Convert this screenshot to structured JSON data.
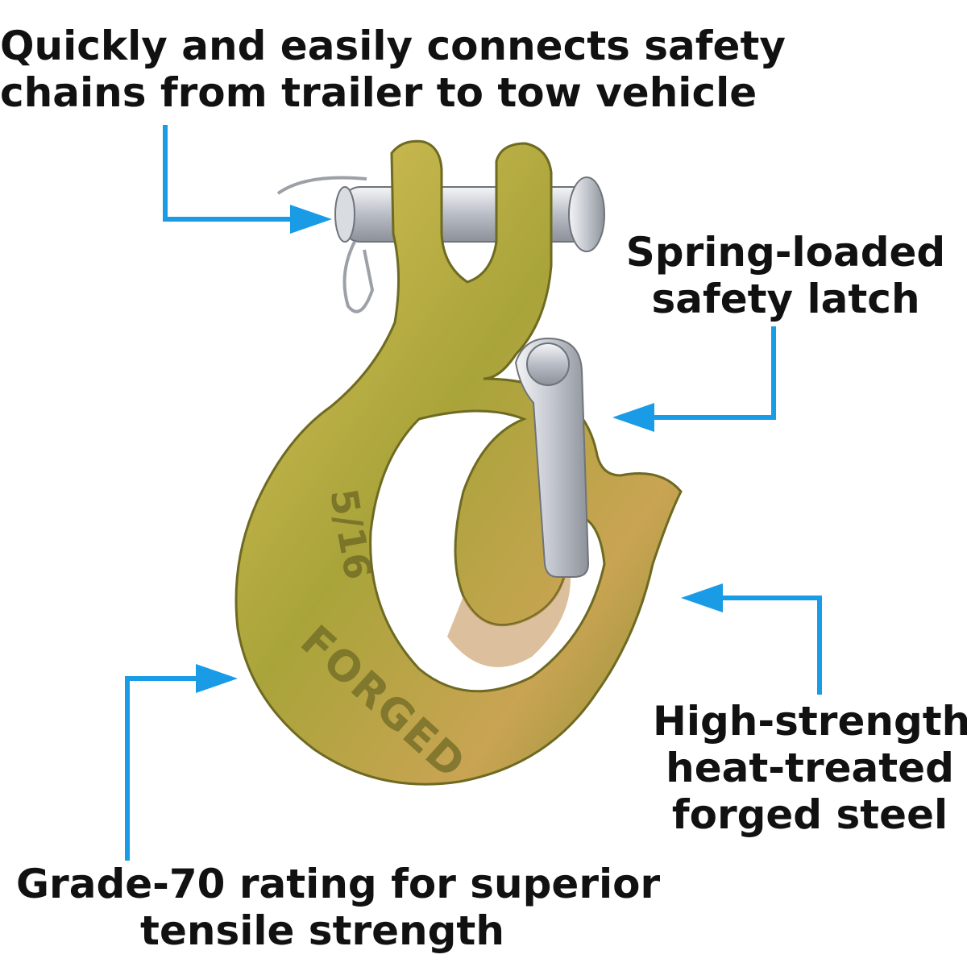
{
  "colors": {
    "arrow": "#1a9be6",
    "text": "#111111",
    "hook_gold": "#b9a83b",
    "hook_green": "#8f9a3a",
    "pin_silver": "#c9cdd3"
  },
  "callouts": {
    "connects": {
      "line1": "Quickly and easily connects safety",
      "line2": "chains from trailer to tow vehicle"
    },
    "latch": {
      "line1": "Spring-loaded",
      "line2": "safety latch"
    },
    "steel": {
      "line1": "High-strength",
      "line2": "heat-treated",
      "line3": "forged steel"
    },
    "grade": {
      "line1": "Grade-70 rating for superior",
      "line2": "tensile strength"
    }
  },
  "hook_markings": {
    "size": "5/16",
    "stamp": "FORGED"
  },
  "icons": [
    "arrow-icon",
    "clevis-hook-illustration"
  ]
}
